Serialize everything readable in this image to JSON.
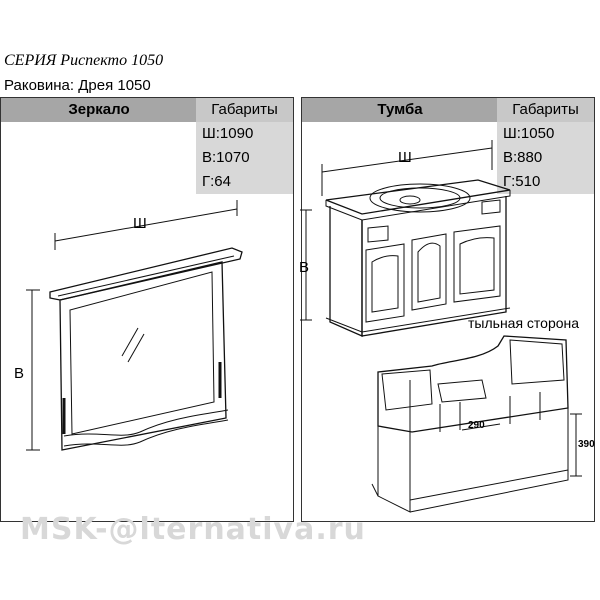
{
  "header": {
    "series": "СЕРИЯ  Риспекто 1050",
    "sink": "Раковина: Дрея 1050"
  },
  "mirror": {
    "title": "Зеркало",
    "dims_title": "Габариты",
    "w": "Ш:1090",
    "h": "В:1070",
    "d": "Г:64",
    "label_w": "Ш",
    "label_h": "В"
  },
  "cabinet": {
    "title": "Тумба",
    "dims_title": "Габариты",
    "w": "Ш:1050",
    "h": "В:880",
    "d": "Г:510",
    "label_w": "Ш",
    "label_h": "В",
    "back_label": "тыльная сторона",
    "dim_290": "290",
    "dim_390": "390"
  },
  "watermark": "MSK-@lternativa.ru"
}
